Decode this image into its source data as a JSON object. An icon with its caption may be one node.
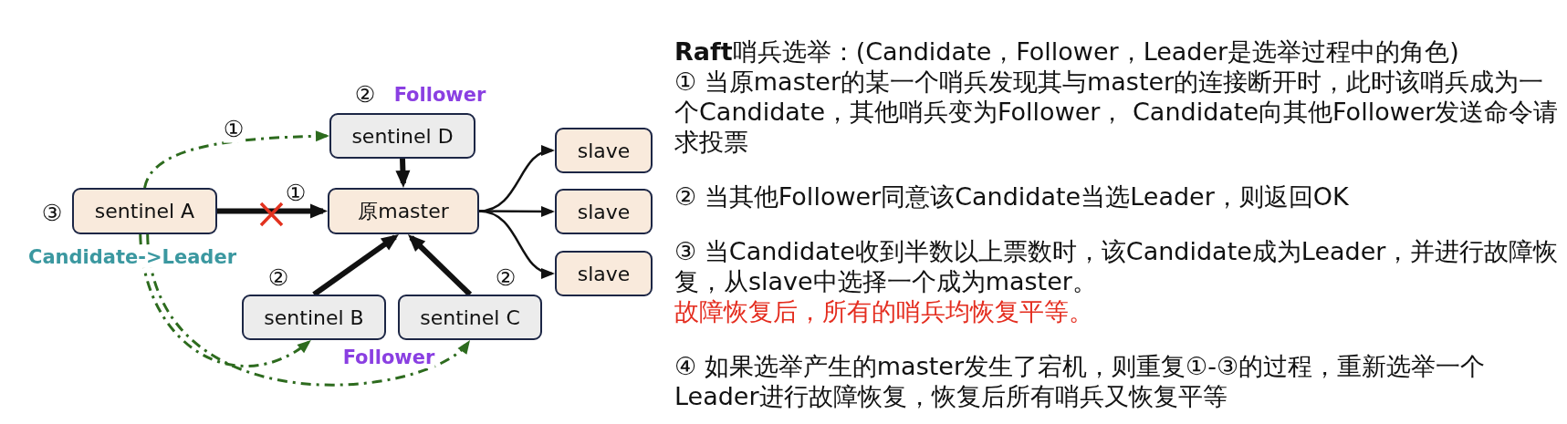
{
  "diagram": {
    "title": "**Raft**哨兵选举：(Candidate，Follower，Leader是选举过程中的角色)",
    "nodes": [
      {
        "text": [
          "sentinel A"
        ],
        "beside": [
          "③",
          "Candidate->Leader"
        ]
      },
      {
        "text": [
          "sentinel D"
        ],
        "beside": [
          "②",
          "Follower"
        ]
      },
      {
        "text": [
          "原master"
        ]
      },
      {
        "text": [
          "slave"
        ]
      },
      {
        "text": [
          "slave"
        ]
      },
      {
        "text": [
          "slave"
        ]
      },
      {
        "text": [
          "sentinel B"
        ],
        "beside": [
          "②"
        ]
      },
      {
        "text": [
          "sentinel C"
        ],
        "beside": [
          "②"
        ]
      }
    ],
    "edges": [
      {
        "from": 0,
        "to": 2,
        "arrow": "to",
        "label": "①",
        "style": "thick"
      },
      {
        "from": 0,
        "to": 1,
        "arrow": "to",
        "label": "①",
        "style": "dashed",
        "color": "#2d6b1e"
      },
      {
        "from": 0,
        "to": 6,
        "arrow": "to",
        "style": "dashed",
        "color": "#2d6b1e"
      },
      {
        "from": 0,
        "to": 7,
        "arrow": "to",
        "style": "dashed",
        "color": "#2d6b1e"
      },
      {
        "from": 1,
        "to": 2,
        "arrow": "to",
        "style": "thick"
      },
      {
        "from": 6,
        "to": 2,
        "arrow": "to",
        "style": "thick"
      },
      {
        "from": 7,
        "to": 2,
        "arrow": "to",
        "style": "thick"
      },
      {
        "from": 2,
        "to": 3,
        "arrow": "to"
      },
      {
        "from": 2,
        "to": 4,
        "arrow": "to"
      },
      {
        "from": 2,
        "to": 5,
        "arrow": "to"
      }
    ],
    "labels": [
      "Follower",
      "① 当原master的某一个哨兵发现其与master的连接断开时，此时该哨兵成为一个Candidate，其他哨兵变为Follower， Candidate向其他Follower发送命令请求投票",
      "② 当其他Follower同意该Candidate当选Leader，则返回OK",
      "③ 当Candidate收到半数以上票数时，该Candidate成为Leader，并进行故障恢复，从slave中选择一个成为master。",
      "故障恢复后，所有的哨兵均恢复平等。",
      "④ 如果选举产生的master发生了宕机，则重复①-③的过程，重新选举一个Leader进行故障恢复，恢复后所有哨兵又恢复平等"
    ]
  }
}
